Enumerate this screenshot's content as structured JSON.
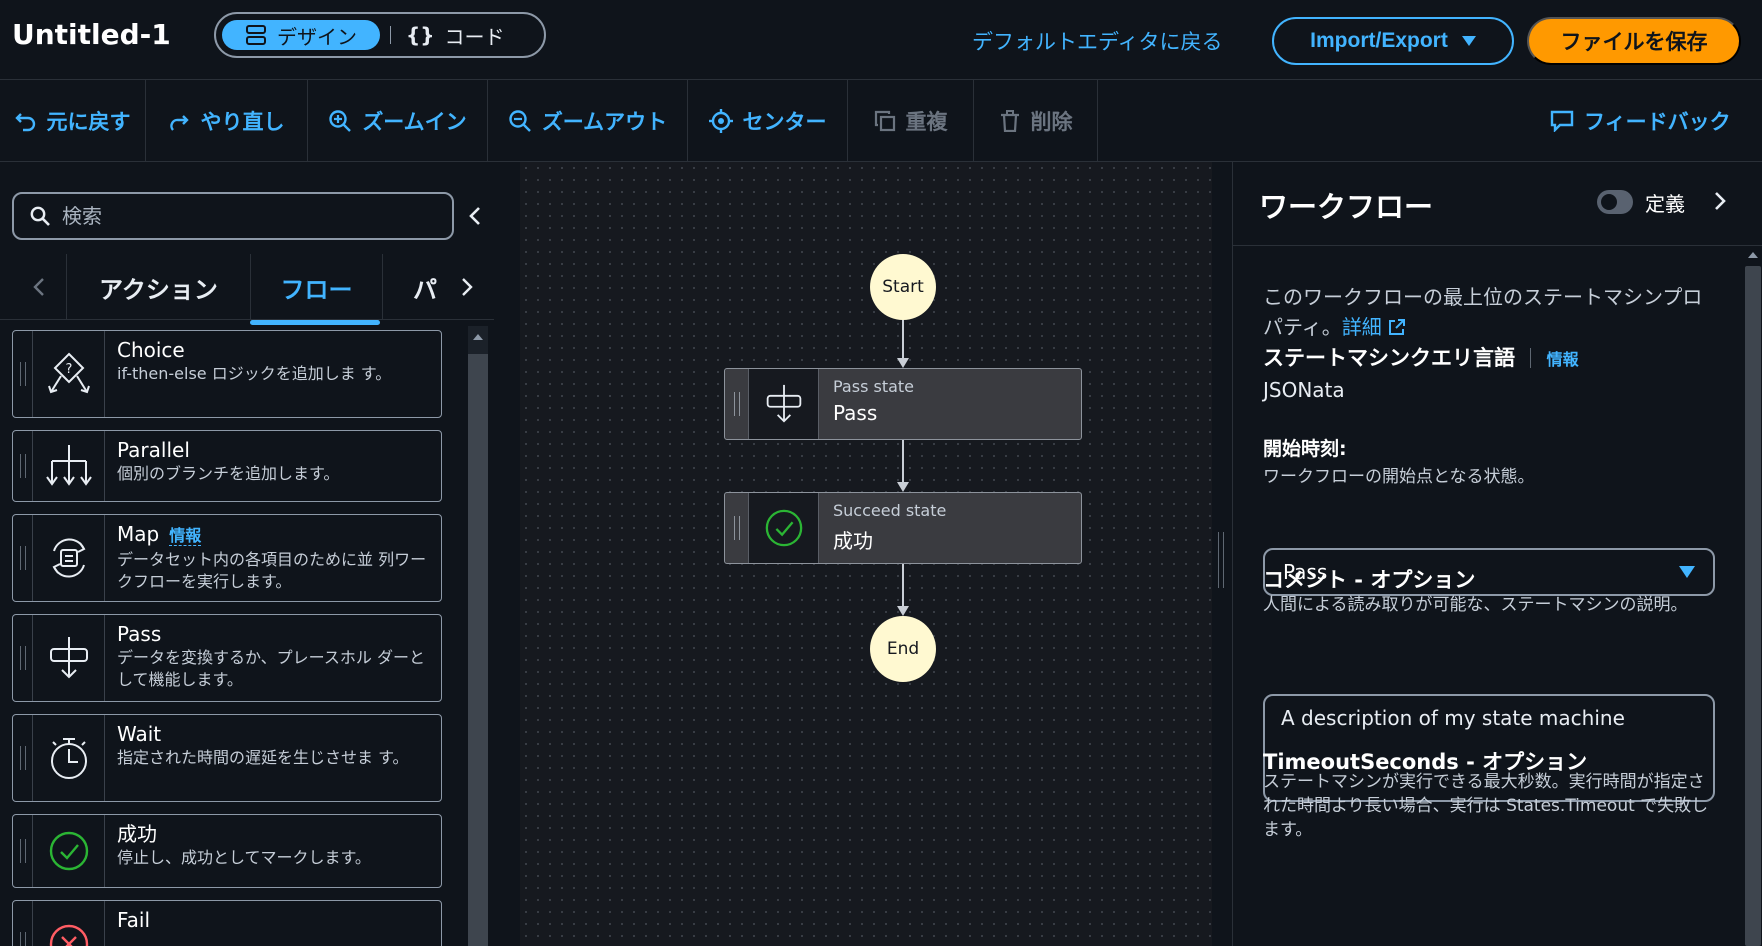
{
  "header": {
    "title": "Untitled-1",
    "mode_design": "デザイン",
    "mode_code": "コード",
    "back_default": "デフォルトエディタに戻る",
    "import_export": "Import/Export",
    "save": "ファイルを保存"
  },
  "toolbar": {
    "undo": "元に戻す",
    "redo": "やり直し",
    "zoom_in": "ズームイン",
    "zoom_out": "ズームアウト",
    "center": "センター",
    "duplicate": "重複",
    "delete": "削除",
    "feedback": "フィードバック"
  },
  "left_panel": {
    "search_placeholder": "検索",
    "tabs": [
      {
        "label": "アクション",
        "active": false
      },
      {
        "label": "フロー",
        "active": true
      },
      {
        "label": "パ",
        "active": false
      }
    ],
    "items": [
      {
        "title": "Choice",
        "desc": "if-then-else ロジックを追加しま す。",
        "icon": "choice-icon"
      },
      {
        "title": "Parallel",
        "desc": "個別のブランチを追加します。",
        "icon": "parallel-icon"
      },
      {
        "title": "Map",
        "info": "情報",
        "desc": "データセット内の各項目のために並 列ワークフローを実行します。",
        "icon": "map-icon"
      },
      {
        "title": "Pass",
        "desc": "データを変換するか、プレースホル ダーとして機能します。",
        "icon": "pass-icon"
      },
      {
        "title": "Wait",
        "desc": "指定された時間の遅延を生じさせま す。",
        "icon": "wait-icon"
      },
      {
        "title": "成功",
        "desc": "停止し、成功としてマークします。",
        "icon": "success-icon"
      },
      {
        "title": "Fail",
        "desc": "",
        "icon": "fail-icon"
      }
    ]
  },
  "canvas": {
    "start_label": "Start",
    "end_label": "End",
    "nodes": [
      {
        "type": "Pass state",
        "name": "Pass",
        "icon": "pass-icon"
      },
      {
        "type": "Succeed state",
        "name": "成功",
        "icon": "success-icon"
      }
    ]
  },
  "right_panel": {
    "title": "ワークフロー",
    "toggle_label": "定義",
    "desc": "このワークフローの最上位のステートマシンプロパティ。",
    "details_link": "詳細",
    "query_lang_label": "ステートマシンクエリ言語",
    "query_lang_info": "情報",
    "query_lang_value": "JSONata",
    "start_at_label": "開始時刻:",
    "start_at_sub": "ワークフローの開始点となる状態。",
    "start_at_value": "Pass",
    "comment_label": "コメント - オプション",
    "comment_sub": "人間による読み取りが可能な、ステートマシンの説明。",
    "comment_placeholder": "A description of my state machine",
    "timeout_label": "TimeoutSeconds - オプション",
    "timeout_desc": "ステートマシンが実行できる最大秒数。実行時間が指定された時間より長い場合、実行は States.Timeout で失敗します。"
  },
  "colors": {
    "accent": "#42b4ff",
    "primary_button": "#ff9900",
    "background": "#0f141b",
    "canvas": "#16191f",
    "terminal_node": "#fff9d1",
    "success": "#2bb534",
    "fail": "#ff5d64"
  }
}
